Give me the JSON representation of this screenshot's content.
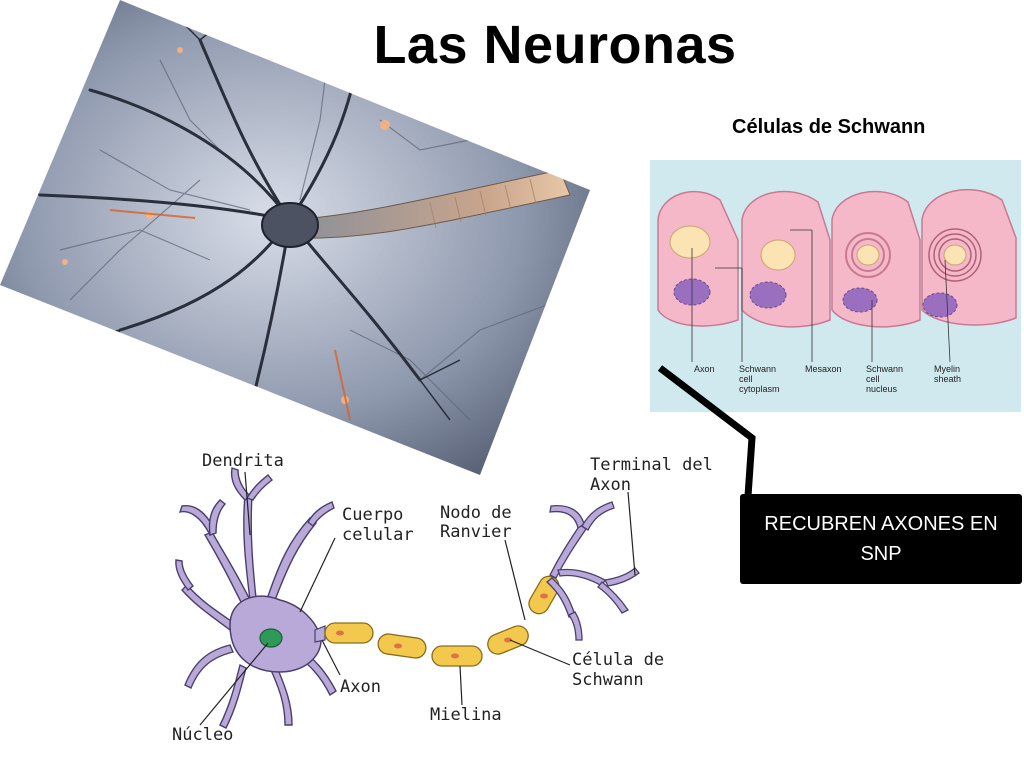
{
  "title": "Las Neuronas",
  "schwann": {
    "heading": "Células de Schwann",
    "labels": {
      "axon": "Axon",
      "cytoplasm_1": "Schwann",
      "cytoplasm_2": "cell",
      "cytoplasm_3": "cytoplasm",
      "mesaxon": "Mesaxon",
      "nucleus_1": "Schwann",
      "nucleus_2": "cell",
      "nucleus_3": "nucleus",
      "myelin_1": "Myelin",
      "myelin_2": "sheath"
    }
  },
  "callout": {
    "text": "RECUBREN AXONES EN SNP"
  },
  "neuron": {
    "labels": {
      "dendrita": "Dendrita",
      "cuerpo_1": "Cuerpo",
      "cuerpo_2": "celular",
      "nodo_1": "Nodo de",
      "nodo_2": "Ranvier",
      "terminal_1": "Terminal del",
      "terminal_2": "Axon",
      "axon": "Axon",
      "celula_1": "Célula de",
      "celula_2": "Schwann",
      "mielina": "Mielina",
      "nucleo": "Núcleo"
    }
  },
  "colors": {
    "callout_bg": "#000000",
    "neuron_body": "#b9a9d9",
    "myelin": "#f2c94c",
    "nucleus": "#2e9a5a",
    "schwann_panel_bg": "#cfe9ef",
    "schwann_cell": "#f5b8c8"
  }
}
